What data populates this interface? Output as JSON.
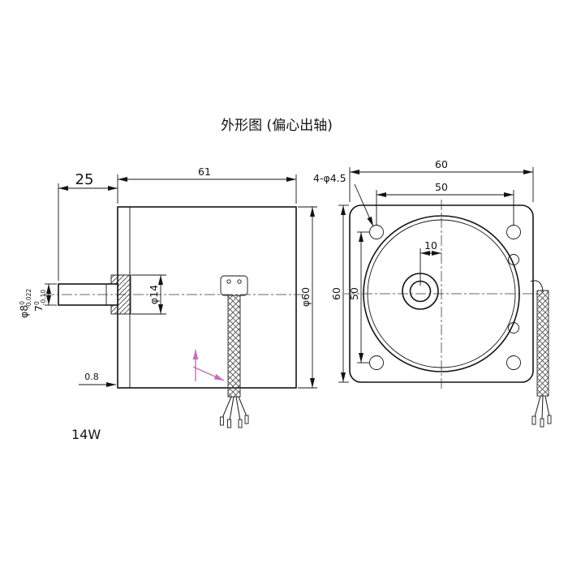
{
  "title": "外形图 (偏心出轴)",
  "colors": {
    "line": "#141414",
    "accent_red": "#ee1111",
    "accent_magenta": "#c46ec2"
  },
  "side_view": {
    "power": "14W",
    "dim_shaft_length": "25",
    "dim_body_length": "61",
    "dim_boss_dia": "φ14",
    "dim_body_dia": "φ60",
    "dim_step": "0.8",
    "dim_shaft_dia": {
      "main": "φ8",
      "sup": "0",
      "sub": "-0.022"
    },
    "dim_flat": {
      "main": "7",
      "sup": "0",
      "sub": "-0.10"
    }
  },
  "front_view": {
    "dim_width": "60",
    "dim_hole_pitch_h": "50",
    "dim_offset": "10",
    "dim_height": "60",
    "dim_hole_pitch_v": "50",
    "dim_holes": "4-φ4.5"
  }
}
